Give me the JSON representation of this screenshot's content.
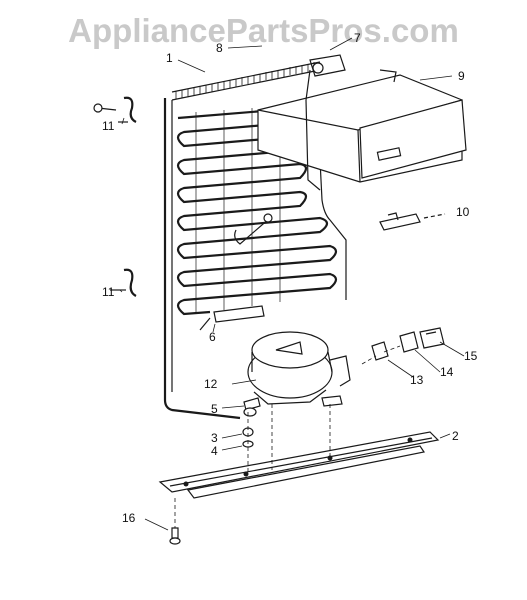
{
  "watermark": "AppliancePartsPros.com",
  "callouts": [
    {
      "id": "1",
      "label": "1"
    },
    {
      "id": "2",
      "label": "2"
    },
    {
      "id": "3",
      "label": "3"
    },
    {
      "id": "4",
      "label": "4"
    },
    {
      "id": "5",
      "label": "5"
    },
    {
      "id": "6",
      "label": "6"
    },
    {
      "id": "7",
      "label": "7"
    },
    {
      "id": "8",
      "label": "8"
    },
    {
      "id": "9",
      "label": "9"
    },
    {
      "id": "10",
      "label": "10"
    },
    {
      "id": "11a",
      "label": "11"
    },
    {
      "id": "11b",
      "label": "11"
    },
    {
      "id": "12",
      "label": "12"
    },
    {
      "id": "13",
      "label": "13"
    },
    {
      "id": "14",
      "label": "14"
    },
    {
      "id": "15",
      "label": "15"
    },
    {
      "id": "16",
      "label": "16"
    }
  ]
}
